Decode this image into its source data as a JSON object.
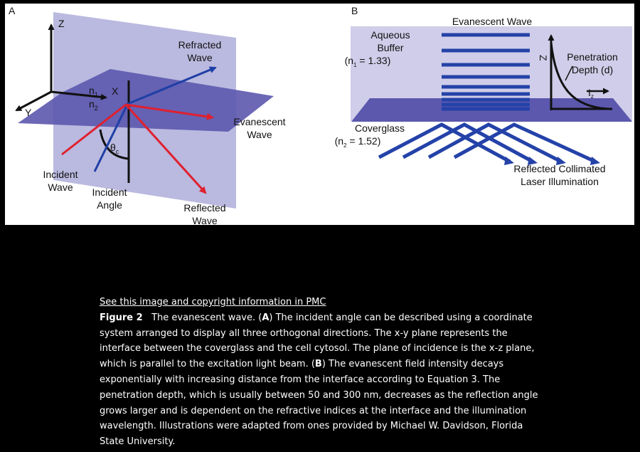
{
  "panel_a": {
    "label": "A",
    "axis_z": "Z",
    "axis_x": "X",
    "axis_y": "Y",
    "n1": "n",
    "n1_sub": "1",
    "n2": "n",
    "n2_sub": "2",
    "refracted": [
      "Refracted",
      "Wave"
    ],
    "evanescent": [
      "Evanescent",
      "Wave"
    ],
    "incident_wave": [
      "Incident",
      "Wave"
    ],
    "incident_angle": [
      "Incident",
      "Angle"
    ],
    "reflected": [
      "Reflected",
      "Wave"
    ],
    "theta": "θ",
    "theta_sub": "c"
  },
  "panel_b": {
    "label": "B",
    "title": "Evanescent Wave",
    "aqueous": [
      "Aqueous",
      "Buffer",
      "(n",
      "1",
      " = 1.33)"
    ],
    "coverglass": [
      "Coverglass",
      "(n",
      "2",
      " = 1.52)"
    ],
    "penetration": [
      "Penetration",
      "Depth (d)"
    ],
    "z_axis": "Z",
    "iz": "I",
    "iz_sub": "z",
    "reflected": [
      "Reflected Collimated",
      "Laser Illumination"
    ]
  },
  "caption": {
    "link": "See this image and copyright information in PMC",
    "fig_label": "Figure 2",
    "lines": [
      [
        "The evanescent wave. (",
        "A",
        ") The incident angle can be described using a coordinate"
      ],
      [
        "system arranged to display all three orthogonal directions. The x-y plane represents the"
      ],
      [
        "interface between the coverglass and the cell cytosol. The plane of incidence is the x-z plane,"
      ],
      [
        "which is parallel to the excitation light beam. (",
        "B",
        ") The evanescent field intensity decays"
      ],
      [
        "exponentially with increasing distance from the interface according to Equation 3. The"
      ],
      [
        "penetration depth, which is usually between 50 and 300 nm, decreases as the reflection angle"
      ],
      [
        "grows larger and is dependent on the refractive indices at the interface and the illumination"
      ],
      [
        "wavelength. Illustrations were adapted from ones provided by Michael W. Davidson, Florida"
      ],
      [
        "State University."
      ]
    ]
  },
  "colors": {
    "plane_vertical": "#b3b1dc",
    "plane_horizontal": "#5c58ae",
    "blue_ray": "#1e3fa6",
    "red_ray": "#e0202e",
    "wave_line": "#2442a8"
  }
}
